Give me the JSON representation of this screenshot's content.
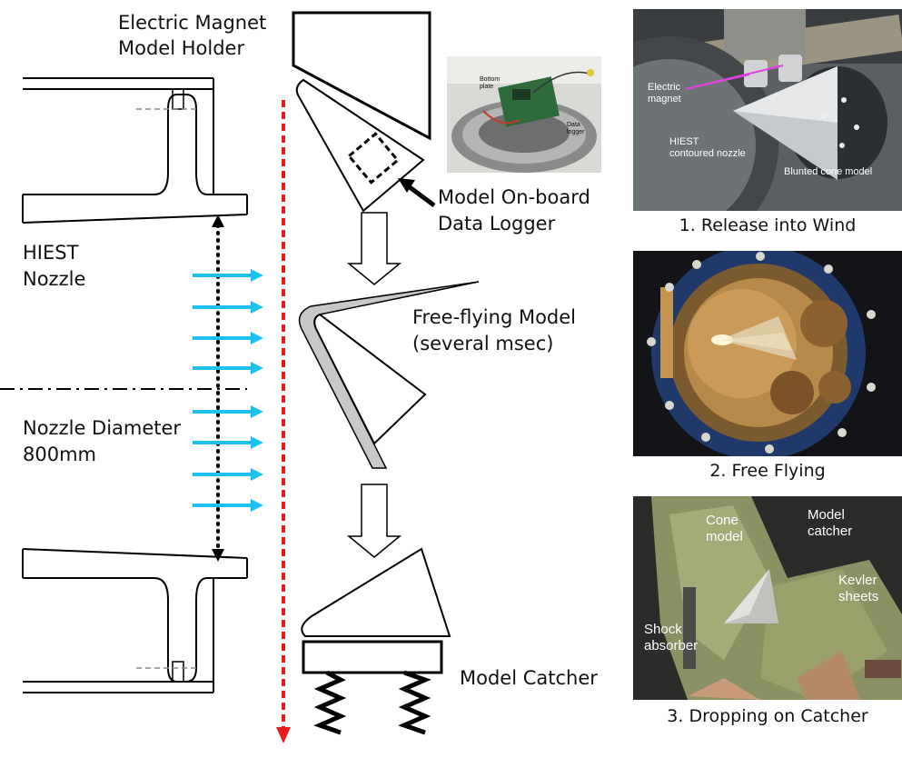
{
  "labels": {
    "magnet_holder_line1": "Electric Magnet",
    "magnet_holder_line2": "Model Holder",
    "data_logger_line1": "Model On-board",
    "data_logger_line2": "Data Logger",
    "nozzle_line1": "HIEST",
    "nozzle_line2": "Nozzle",
    "diameter_line1": "Nozzle Diameter",
    "diameter_line2": "800mm",
    "free_flying_line1": "Free-flying Model",
    "free_flying_line2": "(several msec)",
    "catcher": "Model Catcher"
  },
  "captions": {
    "photo1": "1. Release into Wind",
    "photo2": "2. Free Flying",
    "photo3": "3. Dropping on Catcher"
  },
  "photo_labels": {
    "logger_photo": {
      "bottom_plate_1": "Bottom",
      "bottom_plate_2": "plate",
      "data_1": "Data",
      "data_2": "logger"
    },
    "photo1": {
      "magnet_1": "Electric",
      "magnet_2": "magnet",
      "nozzle_1": "HIEST",
      "nozzle_2": "contoured nozzle",
      "model": "Blunted cone model"
    },
    "photo3": {
      "cone_1": "Cone",
      "cone_2": "model",
      "catcher_1": "Model",
      "catcher_2": "catcher",
      "kevler_1": "Kevler",
      "kevler_2": "sheets",
      "shock_1": "Shock",
      "shock_2": "absorber"
    }
  },
  "colors": {
    "flow_arrow": "#1ec0f0",
    "drop_path": "#e81c1c",
    "magnet_pointer": "#e040e0",
    "outline": "#000000"
  },
  "icons": {
    "flow": "arrow-right-icon",
    "drop": "arrow-down-icon",
    "spring": "spring-icon"
  }
}
